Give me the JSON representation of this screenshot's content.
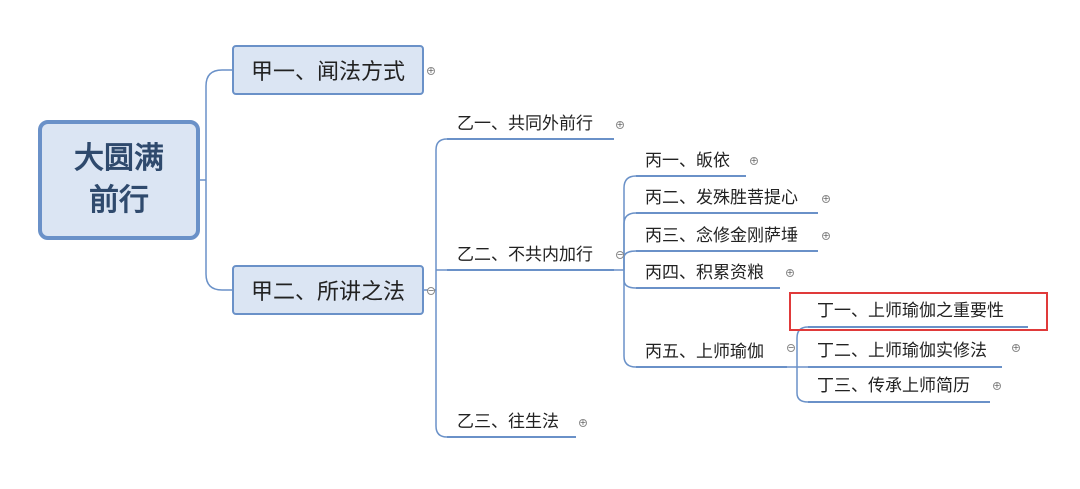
{
  "root": {
    "label": "大圆满\n前行"
  },
  "jia1": {
    "label": "甲一、闻法方式"
  },
  "jia2": {
    "label": "甲二、所讲之法"
  },
  "yi1": {
    "label": "乙一、共同外前行"
  },
  "yi2": {
    "label": "乙二、不共内加行"
  },
  "yi3": {
    "label": "乙三、往生法"
  },
  "bing1": {
    "label": "丙一、皈依"
  },
  "bing2": {
    "label": "丙二、发殊胜菩提心"
  },
  "bing3": {
    "label": "丙三、念修金刚萨埵"
  },
  "bing4": {
    "label": "丙四、积累资粮"
  },
  "bing5": {
    "label": "丙五、上师瑜伽"
  },
  "ding1": {
    "label": "丁一、上师瑜伽之重要性"
  },
  "ding2": {
    "label": "丁二、上师瑜伽实修法"
  },
  "ding3": {
    "label": "丁三、传承上师简历"
  },
  "colors": {
    "line": "#6a91c8",
    "box_fill": "#dbe5f3",
    "highlight": "#e03a3a"
  }
}
